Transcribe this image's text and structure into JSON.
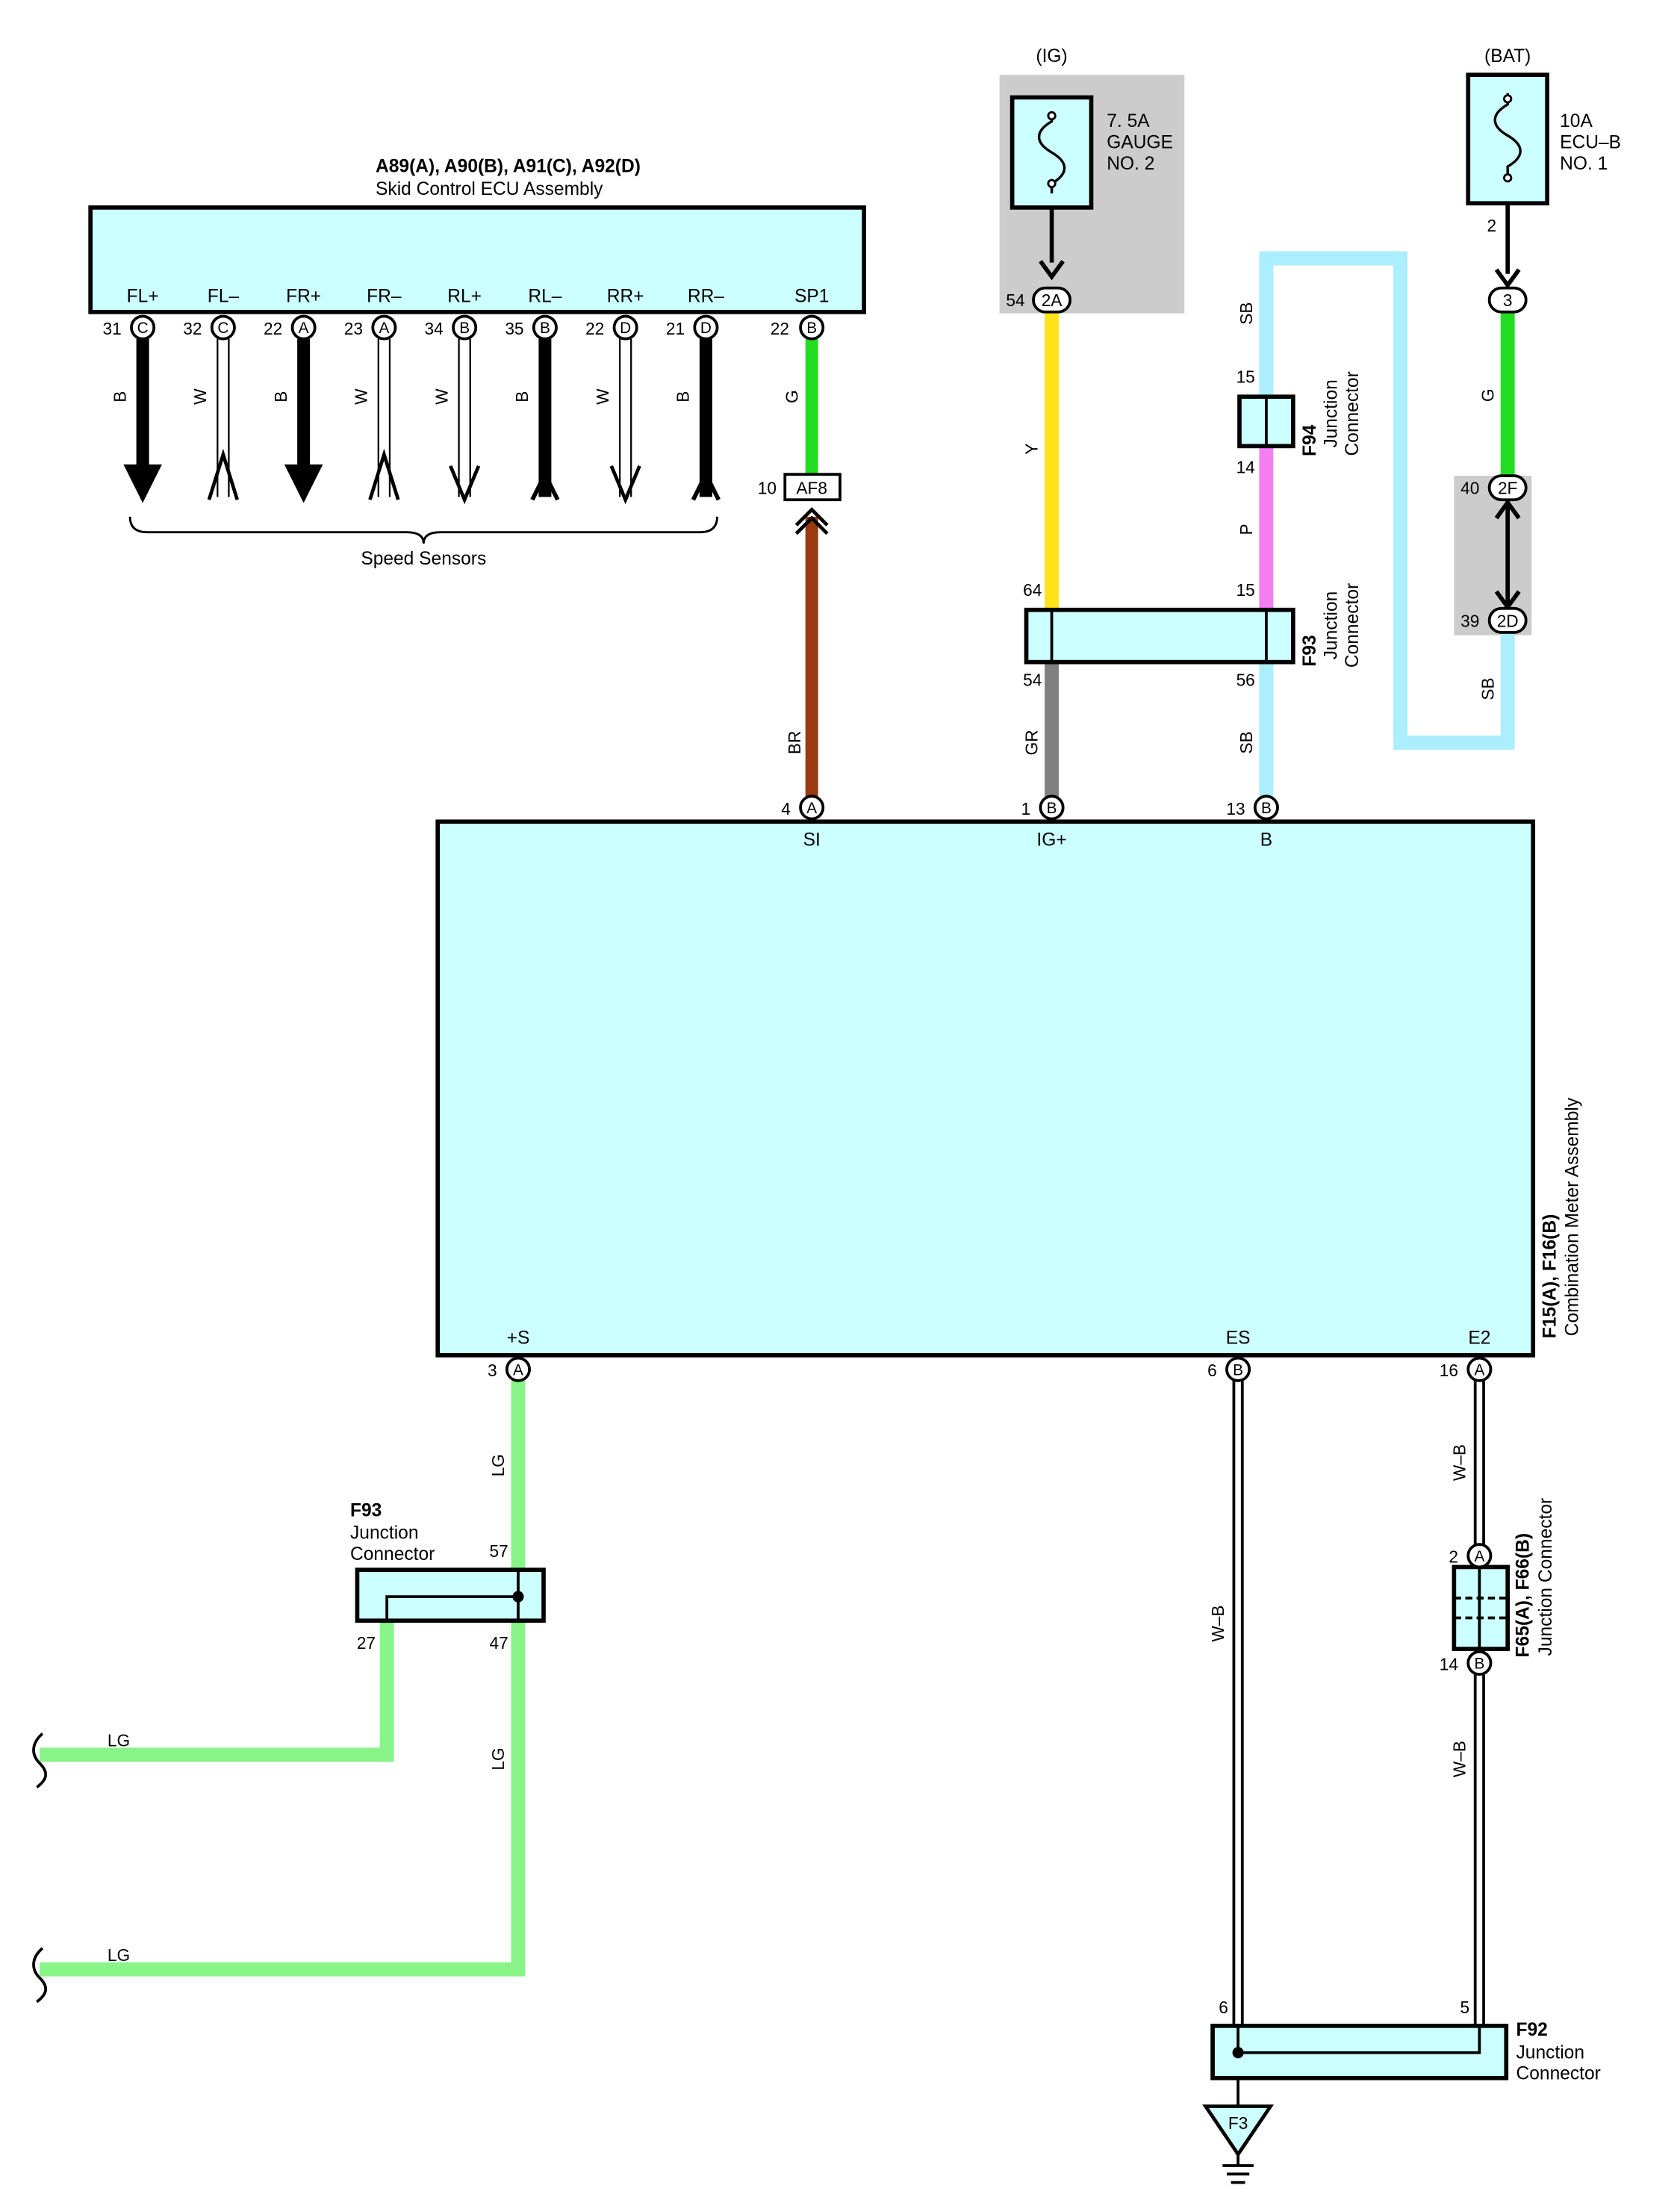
{
  "colors": {
    "box_fill": "#ccffff",
    "fuse_bg": "#cccccc",
    "wire_B": "#000000",
    "wire_W": "#ffffff",
    "wire_G": "#22dd22",
    "wire_Y": "#ffe21a",
    "wire_SB": "#aaeeff",
    "wire_P": "#f47ef0",
    "wire_GR": "#808080",
    "wire_BR": "#9a3a10",
    "wire_LG": "#88f488"
  },
  "skid_ecu": {
    "connectors": "A89(A), A90(B), A91(C), A92(D)",
    "name": "Skid Control ECU Assembly",
    "terminals": [
      {
        "label": "FL+",
        "pin": "31",
        "conn": "C",
        "wire": "B"
      },
      {
        "label": "FL–",
        "pin": "32",
        "conn": "C",
        "wire": "W"
      },
      {
        "label": "FR+",
        "pin": "22",
        "conn": "A",
        "wire": "B"
      },
      {
        "label": "FR–",
        "pin": "23",
        "conn": "A",
        "wire": "W"
      },
      {
        "label": "RL+",
        "pin": "34",
        "conn": "B",
        "wire": "W"
      },
      {
        "label": "RL–",
        "pin": "35",
        "conn": "B",
        "wire": "B"
      },
      {
        "label": "RR+",
        "pin": "22",
        "conn": "D",
        "wire": "W"
      },
      {
        "label": "RR–",
        "pin": "21",
        "conn": "D",
        "wire": "B"
      }
    ],
    "sp1": {
      "label": "SP1",
      "pin": "22",
      "conn": "B",
      "wire": "G"
    },
    "speed_sensors": "Speed Sensors"
  },
  "af8": {
    "pin": "10",
    "name": "AF8",
    "wire": "BR"
  },
  "ig_fuse": {
    "source": "(IG)",
    "line1": "7. 5A",
    "line2": "GAUGE",
    "line3": "NO. 2",
    "pin": "54",
    "conn": "2A",
    "wire": "Y"
  },
  "bat_fuse": {
    "source": "(BAT)",
    "line1": "10A",
    "line2": "ECU–B",
    "line3": "NO. 1",
    "pin": "2",
    "conn": "3",
    "wire": "G"
  },
  "f94": {
    "code": "F94",
    "name1": "Junction",
    "name2": "Connector",
    "pin_top": "15",
    "pin_bottom": "14",
    "wire_top": "SB",
    "wire_bottom": "P"
  },
  "f93_top": {
    "code": "F93",
    "name1": "Junction",
    "name2": "Connector",
    "pin_tl": "64",
    "pin_tr": "15",
    "pin_bl": "54",
    "pin_br": "56",
    "wire_bl": "GR",
    "wire_br": "SB"
  },
  "bat_connectors": {
    "upper_pin": "40",
    "upper_conn": "2F",
    "lower_pin": "39",
    "lower_conn": "2D",
    "wire": "SB"
  },
  "meter": {
    "code": "F15(A), F16(B)",
    "name": "Combination Meter Assembly",
    "top_terminals": [
      {
        "label": "SI",
        "pin": "4",
        "conn": "A"
      },
      {
        "label": "IG+",
        "pin": "1",
        "conn": "B"
      },
      {
        "label": "B",
        "pin": "13",
        "conn": "B"
      }
    ],
    "bottom_terminals": [
      {
        "label": "+S",
        "pin": "3",
        "conn": "A"
      },
      {
        "label": "ES",
        "pin": "6",
        "conn": "B"
      },
      {
        "label": "E2",
        "pin": "16",
        "conn": "A"
      }
    ]
  },
  "f93_bottom": {
    "code": "F93",
    "name1": "Junction",
    "name2": "Connector",
    "pin_top": "57",
    "pin_bl": "27",
    "pin_br": "47",
    "wire": "LG"
  },
  "lg_wires": {
    "upper": "LG",
    "lower": "LG"
  },
  "f65": {
    "code": "F65(A), F66(B)",
    "name": "Junction Connector",
    "pin_top": "2",
    "conn_top": "A",
    "pin_bottom": "14",
    "conn_bottom": "B",
    "wire": "W–B"
  },
  "f92": {
    "code": "F92",
    "name1": "Junction",
    "name2": "Connector",
    "pin_left": "6",
    "pin_right": "5"
  },
  "ground": {
    "code": "F3",
    "wire": "W–B"
  }
}
